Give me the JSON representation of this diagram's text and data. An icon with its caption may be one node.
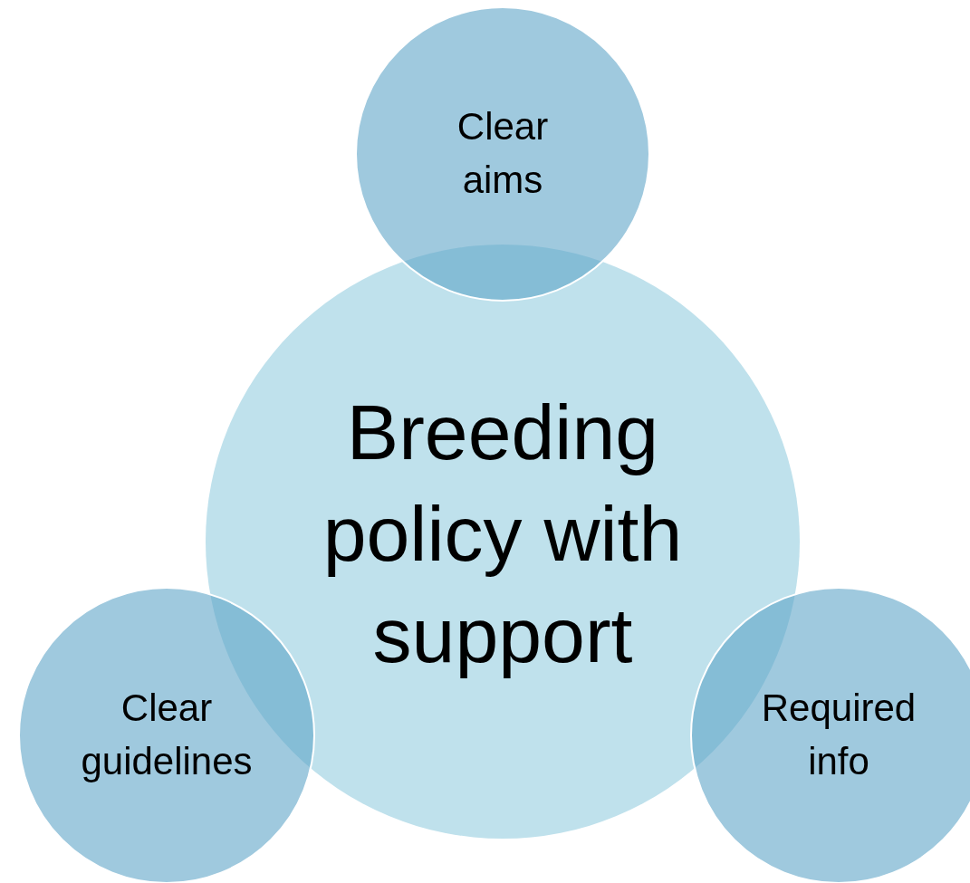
{
  "diagram": {
    "nodes": [
      {
        "text": [
          "Clear aims"
        ]
      },
      {
        "text": [
          "Breeding policy with support"
        ]
      },
      {
        "text": [
          "Clear guidelines"
        ]
      },
      {
        "text": [
          "Required info"
        ]
      }
    ]
  }
}
